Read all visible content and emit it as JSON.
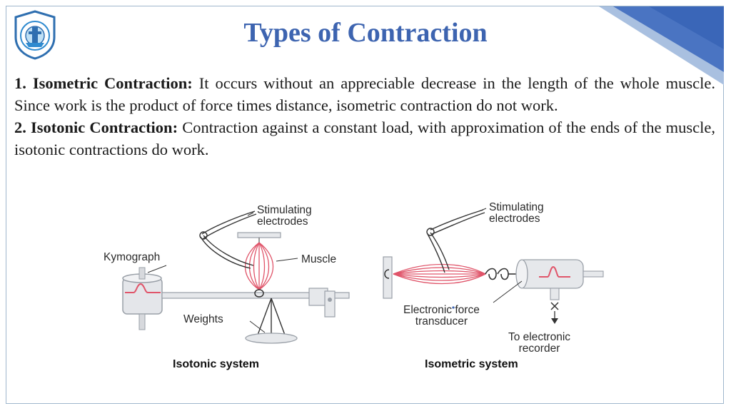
{
  "slide": {
    "title": "Types of Contraction",
    "items": [
      {
        "heading": "1. Isometric Contraction:",
        "text": "It occurs without an appreciable decrease in the length of the whole muscle. Since work is the product of force times distance, isometric contraction do not work."
      },
      {
        "heading": "2. Isotonic Contraction:",
        "text": "Contraction against a constant load, with approximation of the ends of the muscle, isotonic contractions do work."
      }
    ]
  },
  "figure": {
    "isotonic": {
      "caption": "Isotonic system",
      "labels": {
        "stim_line1": "Stimulating",
        "stim_line2": "electrodes",
        "muscle": "Muscle",
        "kymograph": "Kymograph",
        "weights": "Weights"
      }
    },
    "isometric": {
      "caption": "Isometric system",
      "labels": {
        "stim_line1": "Stimulating",
        "stim_line2": "electrodes",
        "transducer_line1": "Electronic force",
        "transducer_line2": "transducer",
        "recorder_line1": "To electronic",
        "recorder_line2": "recorder"
      }
    }
  },
  "colors": {
    "title": "#3d64b0",
    "corner_dark": "#3a66b8",
    "corner_light": "#9eb8dc",
    "muscle": "#e0556a"
  }
}
